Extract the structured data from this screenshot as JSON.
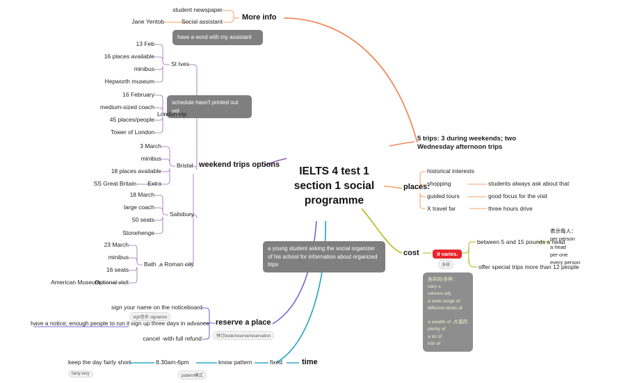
{
  "central": {
    "title": "IELTS 4 test 1 section 1 social programme"
  },
  "colors": {
    "orange": "#f08a5d",
    "orange_line": "#f4a26b",
    "purple": "#9b6fb5",
    "purple_line": "#b48ac4",
    "blue_purple": "#6f6fd0",
    "teal": "#2aa8c4",
    "olive": "#b5c332",
    "red": "#e8262b",
    "note_gray": "#7f7f7f",
    "tag_gray": "#f2f2f2"
  },
  "more_info": {
    "label": "More info",
    "children": [
      {
        "label": "student newspaper"
      },
      {
        "label": "Social assistant",
        "sub": "Jane Yentob"
      }
    ],
    "note": "have a word with my assistant"
  },
  "trips_summary": "5 trips: 3 during weekends; two Wednesday afternoon trips",
  "weekend": {
    "label": "weekend trips options",
    "note": "schedule hasn't printed out yet.",
    "groups": [
      {
        "name": "St Ives",
        "items": [
          "13 Feb",
          "16 places available",
          "minibus",
          "Hepworth museum"
        ]
      },
      {
        "name": "London trip",
        "items": [
          "16 February",
          "medium-sized coach",
          "45 places/people",
          "Tower of London"
        ]
      },
      {
        "name": "Bristol",
        "items": [
          "3 March",
          "minibus",
          "18 places available",
          "Extra"
        ],
        "extra_sub": "SS Great Britain"
      },
      {
        "name": "Salisbury",
        "items": [
          "18 March",
          "large coach",
          "50 seats",
          "Stonehenge"
        ]
      },
      {
        "name": "Bath ,a Roman city",
        "items": [
          "23 March",
          "minibus",
          "16 seats",
          "Optional visit"
        ],
        "extra_sub": "American Museum"
      }
    ]
  },
  "places": {
    "label": "places:",
    "items": [
      {
        "label": "historical interests",
        "detail": ""
      },
      {
        "label": "shopping",
        "detail": "students always ask about that"
      },
      {
        "label": "guided tours",
        "detail": "good focus for the visit"
      },
      {
        "label": "X travel far",
        "detail": "three hours drive"
      }
    ]
  },
  "cost": {
    "label": "cost",
    "badge": "it varies.",
    "badge_tag": "多样",
    "items": [
      {
        "label": "between 5 and 15 pounds a head"
      },
      {
        "label": "offer special trips more than 12 people"
      }
    ],
    "head_note": "表示每人：\nper person\na head\nper one\nevery person",
    "green_box": "各异的/多样：\nvary v.\nvarious adj.\na wide range of\ndifferent kinds of\n\na wealth of -大量的\nplenty of\na lot of\nlots of"
  },
  "student_note": "a young student asking the social organizer of his school for information about organized trips",
  "reserve": {
    "label": "reserve a place",
    "items": [
      {
        "label": "sign your name on the noticeboard",
        "tag": "sign签名 signature"
      },
      {
        "label": "sign up three days in advance",
        "sub": "have a notice; enough people to run it"
      },
      {
        "label": "cancel -with full refund"
      }
    ],
    "tag": "预订book/reserve/reservation"
  },
  "time": {
    "label": "time",
    "chain": [
      "keep the day fairly short",
      "8.30am-6pm",
      "know pattern",
      "fixed"
    ],
    "tags": [
      {
        "text": "fairly:very"
      },
      {
        "text": "pattern模式"
      }
    ]
  }
}
